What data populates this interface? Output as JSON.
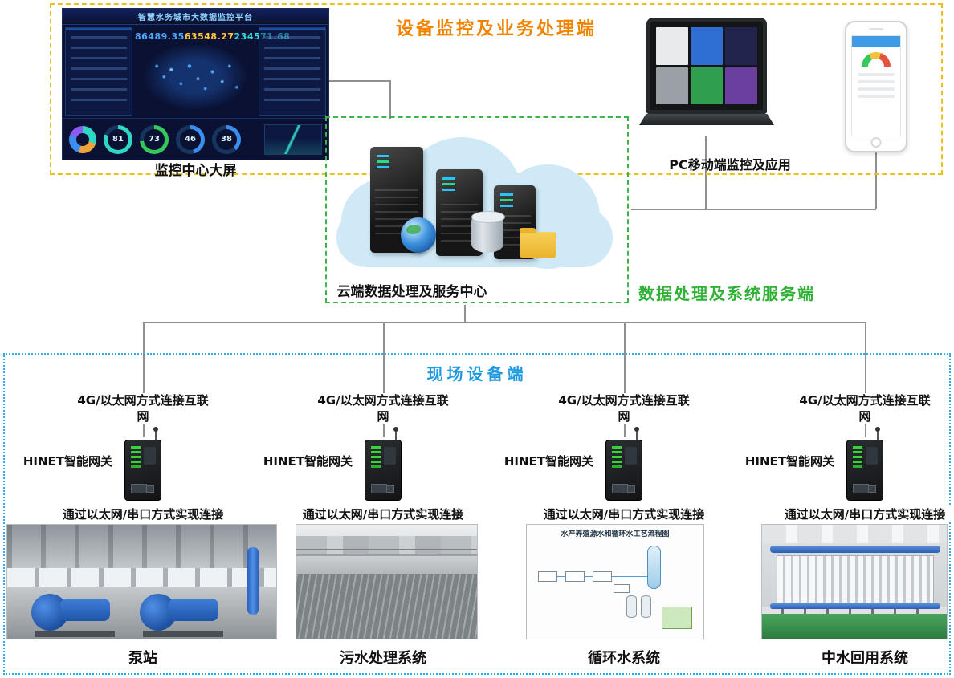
{
  "colors": {
    "top_border": "#e9c216",
    "top_title": "#f08300",
    "green": "#3cb44a",
    "green_title": "#2eb135",
    "blue": "#2facec",
    "blue_title": "#1f9ae0",
    "line": "#8f8f8f"
  },
  "top": {
    "title": "设备监控及业务处理端",
    "dashboard_label": "监控中心大屏",
    "devices_label": "PC移动端监控及应用",
    "dashboard": {
      "title": "智慧水务城市大数据监控平台",
      "stats": [
        "86489.35",
        "63548.27",
        "234571.68"
      ],
      "gauges": [
        {
          "value": "81",
          "color": "#2fd6c3"
        },
        {
          "value": "73",
          "color": "#35c95b"
        },
        {
          "value": "46",
          "color": "#3a8ef0"
        },
        {
          "value": "38",
          "color": "#3a8ef0"
        }
      ]
    }
  },
  "cloud": {
    "label": "云端数据处理及服务中心",
    "side_title": "数据处理及系统服务端"
  },
  "field": {
    "title": "现场设备端",
    "columns": [
      {
        "uplink": "4G/以太网方式连接互联网",
        "gateway": "HINET智能网关",
        "downlink": "通过以太网/串口方式实现连接",
        "system": "泵站"
      },
      {
        "uplink": "4G/以太网方式连接互联网",
        "gateway": "HINET智能网关",
        "downlink": "通过以太网/串口方式实现连接",
        "system": "污水处理系统"
      },
      {
        "uplink": "4G/以太网方式连接互联网",
        "gateway": "HINET智能网关",
        "downlink": "通过以太网/串口方式实现连接",
        "system": "循环水系统",
        "diagram_title": "水产养殖源水和循环水工艺流程图"
      },
      {
        "uplink": "4G/以太网方式连接互联网",
        "gateway": "HINET智能网关",
        "downlink": "通过以太网/串口方式实现连接",
        "system": "中水回用系统"
      }
    ]
  }
}
